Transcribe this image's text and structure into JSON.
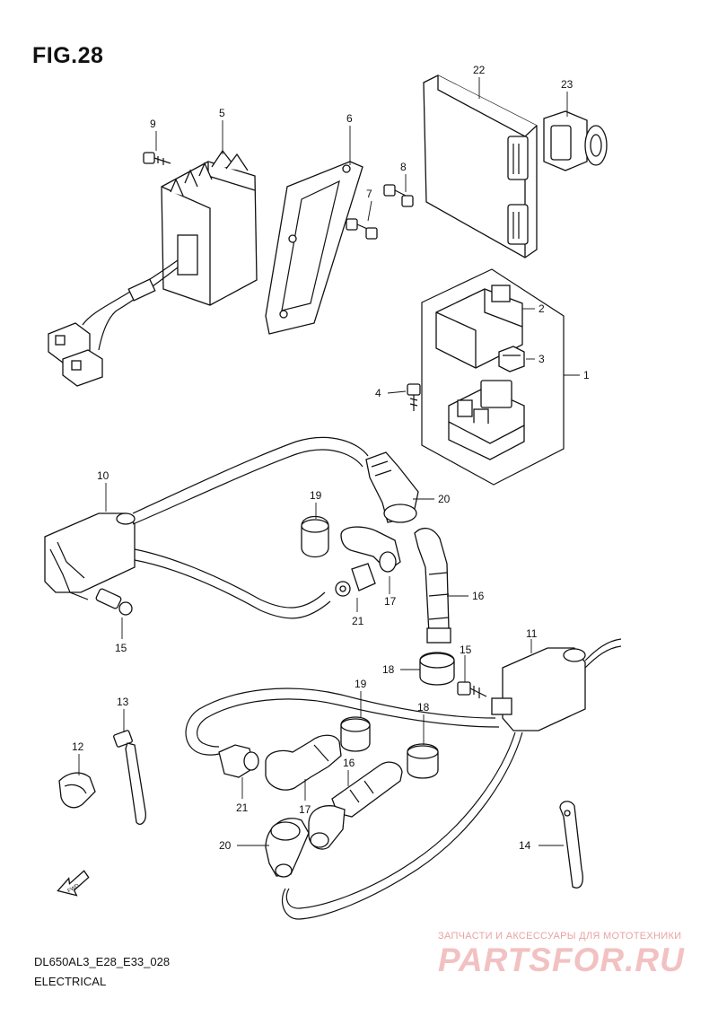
{
  "figure": {
    "title": "FIG.28"
  },
  "footer": {
    "code": "DL650AL3_E28_E33_028",
    "section": "ELECTRICAL"
  },
  "watermark": {
    "tagline": "ЗАПЧАСТИ И АКСЕССУАРЫ ДЛЯ МОТОТЕХНИКИ",
    "logo": "PARTSFOR.RU"
  },
  "fwd_marker": {
    "label": "FWD"
  },
  "callouts": [
    {
      "key": "c1",
      "number": "1",
      "part": "starter-relay-assembly"
    },
    {
      "key": "c2",
      "number": "2",
      "part": "relay-cover"
    },
    {
      "key": "c3",
      "number": "3",
      "part": "fuse"
    },
    {
      "key": "c4",
      "number": "4",
      "part": "bolt"
    },
    {
      "key": "c5",
      "number": "5",
      "part": "regulator-rectifier"
    },
    {
      "key": "c6",
      "number": "6",
      "part": "mounting-bracket"
    },
    {
      "key": "c7",
      "number": "7",
      "part": "bolt"
    },
    {
      "key": "c8",
      "number": "8",
      "part": "bolt"
    },
    {
      "key": "c9",
      "number": "9",
      "part": "bolt"
    },
    {
      "key": "c10",
      "number": "10",
      "part": "ignition-coil-front"
    },
    {
      "key": "c11",
      "number": "11",
      "part": "ignition-coil-rear"
    },
    {
      "key": "c12",
      "number": "12",
      "part": "clamp"
    },
    {
      "key": "c13",
      "number": "13",
      "part": "cable-tie"
    },
    {
      "key": "c14",
      "number": "14",
      "part": "clamp-band"
    },
    {
      "key": "c15a",
      "number": "15",
      "part": "bolt"
    },
    {
      "key": "c15b",
      "number": "15",
      "part": "bolt"
    },
    {
      "key": "c16a",
      "number": "16",
      "part": "plug-cap"
    },
    {
      "key": "c16b",
      "number": "16",
      "part": "plug-cap"
    },
    {
      "key": "c17a",
      "number": "17",
      "part": "plug-cap"
    },
    {
      "key": "c17b",
      "number": "17",
      "part": "plug-cap"
    },
    {
      "key": "c18a",
      "number": "18",
      "part": "seal"
    },
    {
      "key": "c18b",
      "number": "18",
      "part": "seal"
    },
    {
      "key": "c19a",
      "number": "19",
      "part": "seal"
    },
    {
      "key": "c19b",
      "number": "19",
      "part": "seal"
    },
    {
      "key": "c20a",
      "number": "20",
      "part": "plug-cap"
    },
    {
      "key": "c20b",
      "number": "20",
      "part": "plug-cap"
    },
    {
      "key": "c21a",
      "number": "21",
      "part": "terminal"
    },
    {
      "key": "c21b",
      "number": "21",
      "part": "terminal"
    },
    {
      "key": "c22",
      "number": "22",
      "part": "ecm"
    },
    {
      "key": "c23",
      "number": "23",
      "part": "connector"
    }
  ]
}
